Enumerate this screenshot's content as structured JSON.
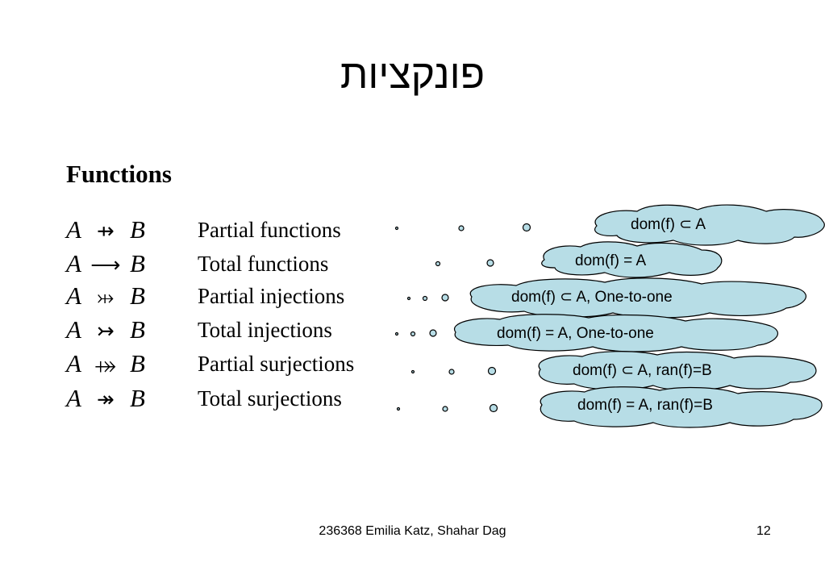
{
  "slide": {
    "title": "פונקציות",
    "subtitle": "Functions",
    "rows": [
      {
        "left": "A",
        "arrow": "⇸",
        "right": "B",
        "label": "Partial functions",
        "cloud": "dom(f) ⊂ A"
      },
      {
        "left": "A",
        "arrow": "⟶",
        "right": "B",
        "label": "Total functions",
        "cloud": "dom(f) = A"
      },
      {
        "left": "A",
        "arrow": "⤔",
        "right": "B",
        "label": "Partial injections",
        "cloud": "dom(f) ⊂ A, One-to-one"
      },
      {
        "left": "A",
        "arrow": "↣",
        "right": "B",
        "label": "Total injections",
        "cloud": "dom(f) = A, One-to-one"
      },
      {
        "left": "A",
        "arrow": "⤀",
        "right": "B",
        "label": "Partial surjections",
        "cloud": "dom(f) ⊂ A, ran(f)=B"
      },
      {
        "left": "A",
        "arrow": "↠",
        "right": "B",
        "label": "Total surjections",
        "cloud": "dom(f) = A, ran(f)=B"
      }
    ],
    "footer": "236368 Emilia Katz, Shahar Dag",
    "page_number": "12",
    "colors": {
      "cloud_fill": "#b7dde6",
      "cloud_stroke": "#000000"
    }
  }
}
